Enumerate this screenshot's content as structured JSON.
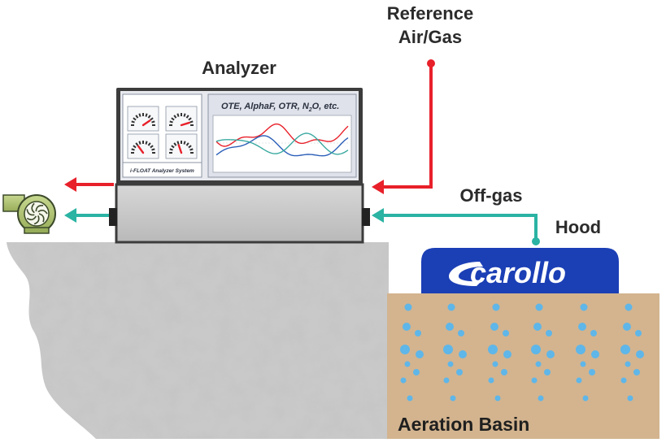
{
  "labels": {
    "reference_line1": "Reference",
    "reference_line2": "Air/Gas",
    "analyzer": "Analyzer",
    "offgas": "Off-gas",
    "hood": "Hood",
    "basin": "Aeration Basin"
  },
  "analyzer": {
    "screen_title": "OTE, AlphaF, OTR, N",
    "screen_title_sub": "2",
    "screen_title_tail": "O, etc.",
    "panel_caption": "i-FLOAT Analyzer System"
  },
  "hood": {
    "logo_text": "carollo"
  },
  "colors": {
    "reference_line": "#e8202a",
    "offgas_line": "#2bb3a3",
    "hood": "#1b3fb5",
    "basin": "#d3b48f",
    "bubble": "#5fb6e8",
    "analyzer_frame": "#3c3c3c"
  },
  "icons": [
    "blower-icon",
    "gauge-icon",
    "carollo-logo"
  ]
}
